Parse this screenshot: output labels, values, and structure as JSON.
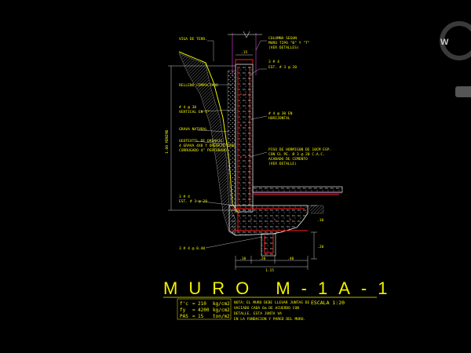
{
  "viewer": {
    "compass_letter": "W",
    "nav_button_label": ""
  },
  "drawing": {
    "title": "MURO M-1A-1",
    "scale": "ESCALA 1:20",
    "colors": {
      "background": "#000000",
      "text": "#f2f200",
      "reinforcement": "#ff2020",
      "dimension": "#ffffff",
      "hatch": "#8a8a8a",
      "magenta": "#e040e0"
    },
    "labels": {
      "top_left": "VIGA DE TERR.",
      "col_a": "COLUMNA SEGUN",
      "col_b": "MURO TIPO \"B\" Y \"T\"",
      "col_c": "(VER DETALLES)",
      "bar1_a": "3 # 4",
      "bar1_b": "EST. # 3 @ 20",
      "relleno": "RELLENO COMPACTADO",
      "bar2_a": "# 4 @ 30",
      "bar2_b": "VERTICAL EN 1\"",
      "bar3_a": "# 4 @ 30 EN",
      "bar3_b": "HORIZONTAL",
      "grava": "GRAVA NATURAL",
      "geo_a": "GEOTEXTIL DE DRENAJE",
      "geo_b": "4 GRAVA 4X8 Y DRENAJE/TUBE",
      "geo_c": "CORRUGADO 4\" PERFORADO",
      "piso_a": "PISO DE HORMIGON DE 10CM ESP.",
      "piso_b": "CON EL PE. Ø 3 @ 20 C.A.C.",
      "piso_c": "ACABADO DE CEMENTO",
      "piso_d": "(VER DETALLE)",
      "bar4_a": "3 # 4",
      "bar4_b": "EST. # 3 @ 20",
      "bottom_bar": "3 # 4 @ 0.40",
      "vertical_dim": "1.00 MINIMO"
    },
    "dimensions": {
      "top": ".15",
      "b1": ".10",
      "b2": ".20",
      "b3": ".40",
      "total": "1.15",
      "right1": ".10",
      "right2": ".20"
    },
    "materials": [
      {
        "sym": "f'c",
        "eq": "=",
        "val": "210",
        "unit": "kg/cm2"
      },
      {
        "sym": "fy",
        "eq": "=",
        "val": "4200",
        "unit": "kg/cm2"
      },
      {
        "sym": "PAS",
        "eq": "=",
        "val": "15",
        "unit": "ton/m2"
      }
    ],
    "note": {
      "head": "NOTA:",
      "line1": "EL MURO DEBE LLEVAR JUNTAS DE",
      "line2": "VACIADO CADA 6m DE ACUERDO CON",
      "line3": "DETALLE. ESTA JUNTA VA",
      "line4": "EN LA FUNDACION Y PARED DEL MURO."
    }
  }
}
